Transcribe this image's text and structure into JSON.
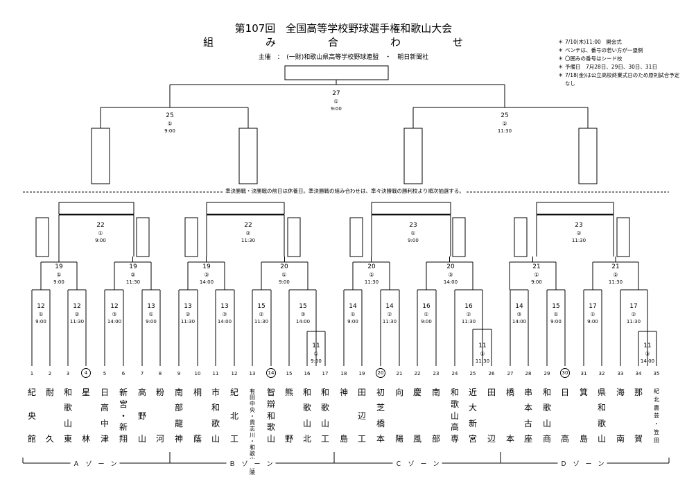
{
  "header": {
    "title": "第107回　全国高等学校野球選手権和歌山大会",
    "subtitle": "組　み　合　わ　せ",
    "organizer": "主催　：　(一財)和歌山県高等学校野球連盟　・　朝日新聞社"
  },
  "notes": [
    "7/10(木)11:00　開会式",
    "ベンチは、番号の若い方が一塁側",
    "〇囲みの番号はシード校",
    "予備日　7月28日、29日、30日、31日",
    "7/18(金)は公立高校終業式日のため原則試合予定なし"
  ],
  "divider_note": "準決勝戦・決勝戦の前日は休養日。準決勝戦の組み合わせは、準々決勝戦の勝利校より順次抽選する。",
  "games": [
    {
      "id": "final",
      "d": "27",
      "n": "①",
      "t": "9:00"
    },
    {
      "id": "sf1",
      "d": "25",
      "n": "①",
      "t": "9:00"
    },
    {
      "id": "sf2",
      "d": "25",
      "n": "②",
      "t": "11:30"
    },
    {
      "id": "qf1",
      "d": "22",
      "n": "①",
      "t": "9:00"
    },
    {
      "id": "qf2",
      "d": "22",
      "n": "②",
      "t": "11:30"
    },
    {
      "id": "qf3",
      "d": "23",
      "n": "①",
      "t": "9:00"
    },
    {
      "id": "qf4",
      "d": "23",
      "n": "②",
      "t": "11:30"
    },
    {
      "id": "r3a",
      "d": "19",
      "n": "①",
      "t": "9:00"
    },
    {
      "id": "r3b",
      "d": "19",
      "n": "②",
      "t": "11:30"
    },
    {
      "id": "r3c",
      "d": "19",
      "n": "③",
      "t": "14:00"
    },
    {
      "id": "r3d",
      "d": "20",
      "n": "①",
      "t": "9:00"
    },
    {
      "id": "r3e",
      "d": "20",
      "n": "②",
      "t": "11:30"
    },
    {
      "id": "r3f",
      "d": "20",
      "n": "③",
      "t": "14:00"
    },
    {
      "id": "r3g",
      "d": "21",
      "n": "①",
      "t": "9:00"
    },
    {
      "id": "r3h",
      "d": "21",
      "n": "②",
      "t": "11:30"
    },
    {
      "id": "r2a",
      "d": "12",
      "n": "①",
      "t": "9:00"
    },
    {
      "id": "r2b",
      "d": "12",
      "n": "②",
      "t": "11:30"
    },
    {
      "id": "r2c",
      "d": "12",
      "n": "③",
      "t": "14:00"
    },
    {
      "id": "r2d",
      "d": "13",
      "n": "①",
      "t": "9:00"
    },
    {
      "id": "r2e",
      "d": "13",
      "n": "②",
      "t": "11:30"
    },
    {
      "id": "r2f",
      "d": "13",
      "n": "③",
      "t": "14:00"
    },
    {
      "id": "r2g",
      "d": "15",
      "n": "②",
      "t": "11:30"
    },
    {
      "id": "r2h",
      "d": "15",
      "n": "③",
      "t": "14:00"
    },
    {
      "id": "r2i",
      "d": "14",
      "n": "①",
      "t": "9:00"
    },
    {
      "id": "r2j",
      "d": "14",
      "n": "②",
      "t": "11:30"
    },
    {
      "id": "r2k",
      "d": "16",
      "n": "①",
      "t": "9:00"
    },
    {
      "id": "r2l",
      "d": "16",
      "n": "②",
      "t": "11:30"
    },
    {
      "id": "r2m",
      "d": "14",
      "n": "③",
      "t": "14:00"
    },
    {
      "id": "r2n",
      "d": "15",
      "n": "①",
      "t": "9:00"
    },
    {
      "id": "r2o",
      "d": "17",
      "n": "①",
      "t": "9:00"
    },
    {
      "id": "r2p",
      "d": "17",
      "n": "②",
      "t": "11:30"
    },
    {
      "id": "r1a",
      "d": "11",
      "n": "①",
      "t": "9:00"
    },
    {
      "id": "r1b",
      "d": "11",
      "n": "②",
      "t": "11:30"
    },
    {
      "id": "r1c",
      "d": "11",
      "n": "③",
      "t": "14:00"
    }
  ],
  "teams": [
    {
      "no": "1",
      "name": "紀央館",
      "seed": false
    },
    {
      "no": "2",
      "name": "耐久",
      "seed": false
    },
    {
      "no": "3",
      "name": "和歌山東",
      "seed": false
    },
    {
      "no": "4",
      "name": "星林",
      "seed": true
    },
    {
      "no": "5",
      "name": "日高中津",
      "seed": false
    },
    {
      "no": "6",
      "name": "新宮・新翔",
      "seed": false
    },
    {
      "no": "7",
      "name": "高野山",
      "seed": false
    },
    {
      "no": "8",
      "name": "粉河",
      "seed": false
    },
    {
      "no": "9",
      "name": "南部龍神",
      "seed": false
    },
    {
      "no": "10",
      "name": "桐蔭",
      "seed": false
    },
    {
      "no": "11",
      "name": "市和歌山",
      "seed": false
    },
    {
      "no": "12",
      "name": "紀北工",
      "seed": false
    },
    {
      "no": "13",
      "name": "有田中央・貴志川・和歌山南陵",
      "seed": false
    },
    {
      "no": "14",
      "name": "智辯和歌山",
      "seed": true
    },
    {
      "no": "15",
      "name": "熊野",
      "seed": false
    },
    {
      "no": "16",
      "name": "和歌山北",
      "seed": false
    },
    {
      "no": "17",
      "name": "和歌山工",
      "seed": false
    },
    {
      "no": "18",
      "name": "神島",
      "seed": false
    },
    {
      "no": "19",
      "name": "田辺工",
      "seed": false
    },
    {
      "no": "20",
      "name": "初芝橋本",
      "seed": true
    },
    {
      "no": "21",
      "name": "向陽",
      "seed": false
    },
    {
      "no": "22",
      "name": "慶風",
      "seed": false
    },
    {
      "no": "23",
      "name": "南部",
      "seed": false
    },
    {
      "no": "24",
      "name": "和歌山高専",
      "seed": false
    },
    {
      "no": "25",
      "name": "近大新宮",
      "seed": false
    },
    {
      "no": "26",
      "name": "田辺",
      "seed": false
    },
    {
      "no": "27",
      "name": "橋本",
      "seed": false
    },
    {
      "no": "28",
      "name": "串本古座",
      "seed": false
    },
    {
      "no": "29",
      "name": "和歌山商",
      "seed": false
    },
    {
      "no": "30",
      "name": "日高",
      "seed": true
    },
    {
      "no": "31",
      "name": "箕島",
      "seed": false
    },
    {
      "no": "32",
      "name": "県和歌山",
      "seed": false
    },
    {
      "no": "33",
      "name": "海南",
      "seed": false
    },
    {
      "no": "34",
      "name": "那賀",
      "seed": false
    },
    {
      "no": "35",
      "name": "紀北農芸・笠田",
      "seed": false
    }
  ],
  "zones": [
    "Ａ　ゾ　ー　ン",
    "Ｂ　ゾ　ー　ン",
    "Ｃ　ゾ　ー　ン",
    "Ｄ　ゾ　ー　ン"
  ]
}
